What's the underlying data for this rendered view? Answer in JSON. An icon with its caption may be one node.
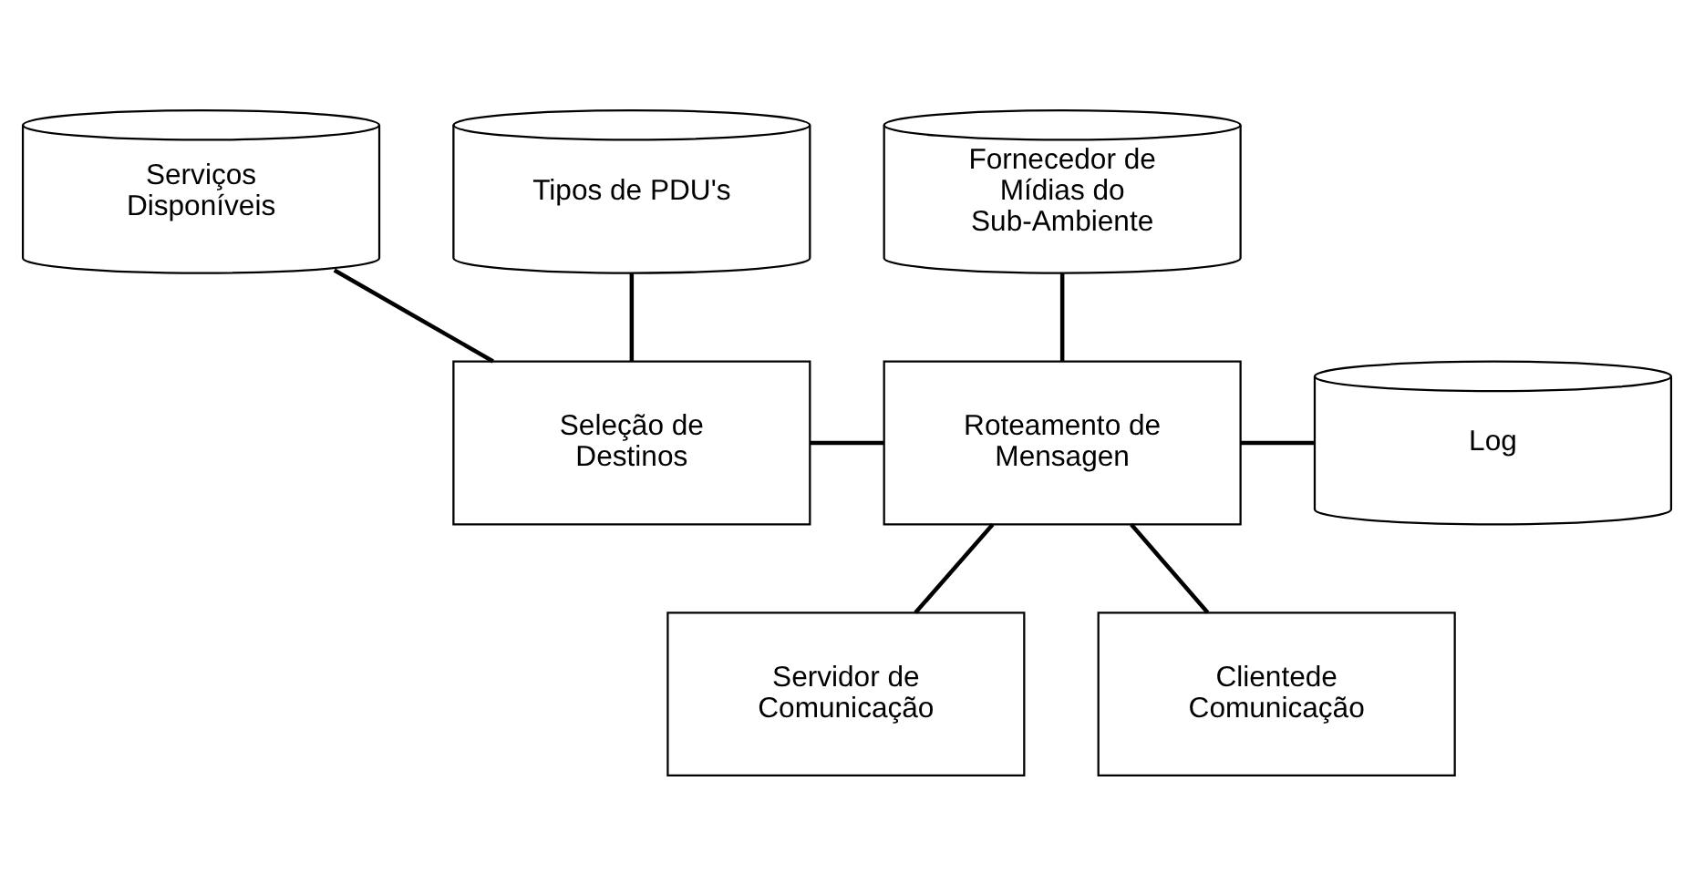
{
  "diagram": {
    "nodes": [
      {
        "text": [
          "Serviços Disponíveis"
        ]
      },
      {
        "text": [
          "Tipos de PDU's"
        ]
      },
      {
        "text": [
          "Fornecedor de Mídias do Sub-Ambiente"
        ]
      },
      {
        "text": [
          "Seleção de Destinos"
        ]
      },
      {
        "text": [
          "Roteamento de Mensagen"
        ]
      },
      {
        "text": [
          "Log"
        ]
      },
      {
        "text": [
          "Servidor de Comunicação"
        ]
      },
      {
        "text": [
          "Clientede Comunicação"
        ]
      }
    ],
    "edges": [
      {
        "from": 0,
        "to": 3,
        "arrow": "none"
      },
      {
        "from": 1,
        "to": 3,
        "arrow": "none"
      },
      {
        "from": 2,
        "to": 4,
        "arrow": "none"
      },
      {
        "from": 3,
        "to": 4,
        "arrow": "none"
      },
      {
        "from": 4,
        "to": 5,
        "arrow": "none"
      },
      {
        "from": 4,
        "to": 6,
        "arrow": "none"
      },
      {
        "from": 4,
        "to": 7,
        "arrow": "none"
      }
    ]
  }
}
